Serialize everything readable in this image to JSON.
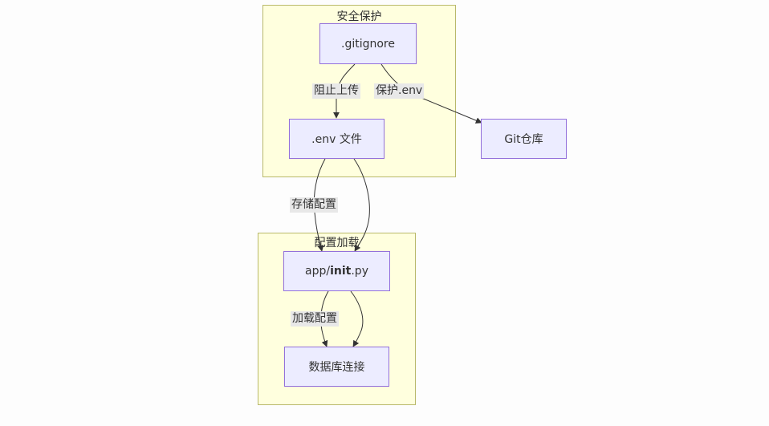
{
  "clusters": {
    "security": {
      "title": "安全保护"
    },
    "config_loading": {
      "title": "配置加载"
    }
  },
  "nodes": {
    "gitignore": ".gitignore",
    "env_file": ".env 文件",
    "git_repo": "Git仓库",
    "app_init_prefix": "app/",
    "app_init_bold": "init",
    "app_init_suffix": ".py",
    "db_connection": "数据库连接"
  },
  "edges": {
    "gitignore_to_env": "阻止上传",
    "gitignore_to_git": "保护.env",
    "env_to_app": "存储配置",
    "app_to_db": "加载配置"
  },
  "colors": {
    "cluster_fill": "#ffffde",
    "cluster_border": "#b9b96a",
    "node_fill": "#ececff",
    "node_border": "#9370db",
    "edge_stroke": "#333333",
    "label_bg": "#e8e8e8"
  }
}
